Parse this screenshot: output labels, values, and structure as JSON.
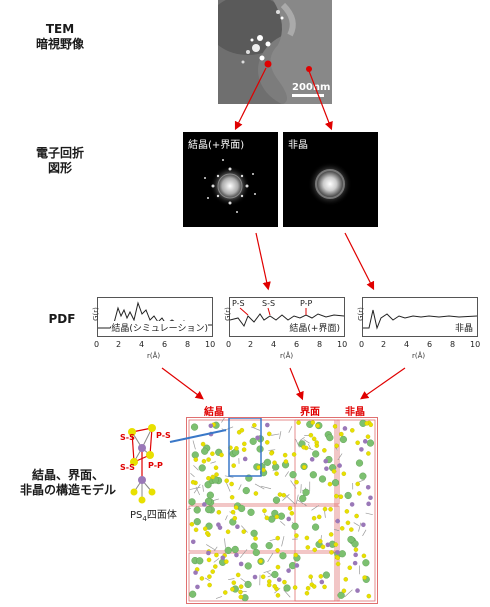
{
  "labels": {
    "tem": "TEM\n暗視野像",
    "diffraction": "電子回折\n図形",
    "pdf": "PDF",
    "model": "結晶、界面、\n非晶の構造モデル"
  },
  "tem": {
    "scalebar": "200nm"
  },
  "diffraction": [
    {
      "label": "結晶(+界面)"
    },
    {
      "label": "非晶"
    }
  ],
  "pdf": {
    "ylabel": "G(r)",
    "xlabel": "r(Å)",
    "ticks": [
      "0",
      "2",
      "4",
      "6",
      "8",
      "10"
    ],
    "panels": [
      {
        "caption": "結晶(シミュレーション)"
      },
      {
        "caption": "結晶(+界面)",
        "annotations": [
          "P-S",
          "S-S",
          "P-P"
        ]
      },
      {
        "caption": "非晶"
      }
    ]
  },
  "model": {
    "regions": [
      "結晶",
      "界面",
      "非晶"
    ],
    "tetra_bonds": [
      "S-S",
      "P-S",
      "S-S",
      "P-P"
    ],
    "tetra_caption": "PS",
    "tetra_sub": "4",
    "tetra_caption_tail": "四面体"
  },
  "colors": {
    "arrow": "#e00000",
    "P": "#9a78b8",
    "S": "#e8e000",
    "Li": "#7cc070",
    "frame": "#e07070",
    "highlight": "#3a78c8"
  }
}
